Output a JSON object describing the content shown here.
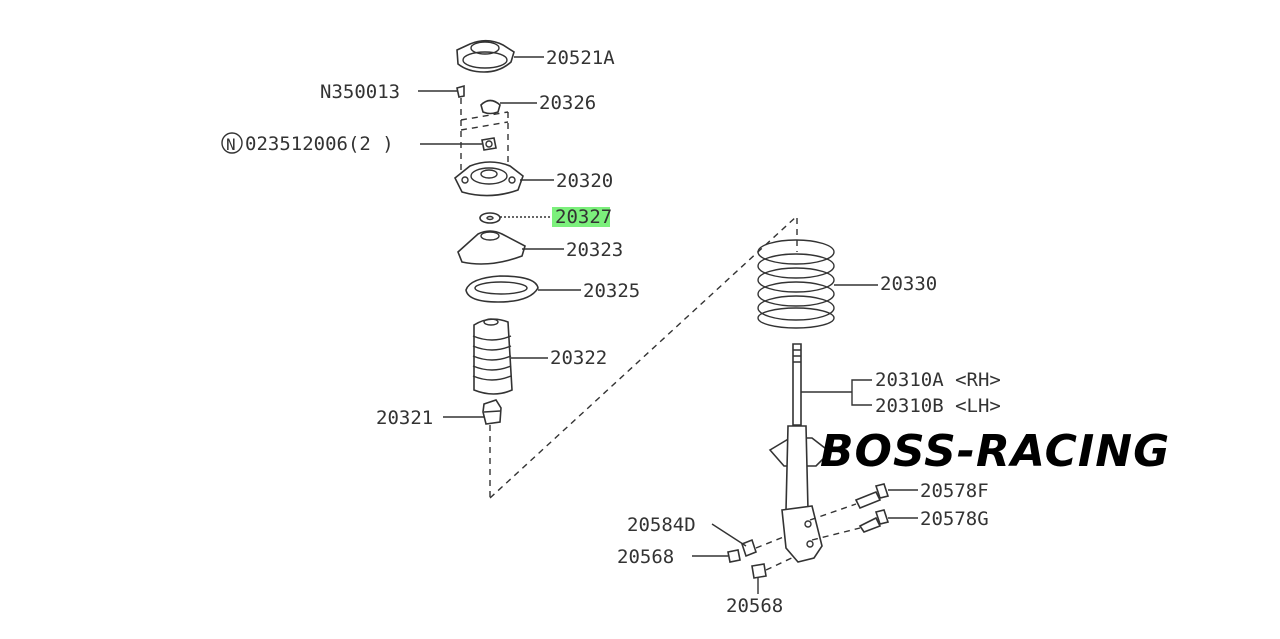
{
  "labels": {
    "p20521A": "20521A",
    "pN350013": "N350013",
    "p20326": "20326",
    "n_symbol": "N",
    "pN023512006": "023512006(2  )",
    "p20320": "20320",
    "p20327_hl": "2032",
    "p20327_rest": "7",
    "p20323": "20323",
    "p20325": "20325",
    "p20322": "20322",
    "p20321": "20321",
    "p20330": "20330",
    "p20310A": "20310A <RH>",
    "p20310B": "20310B <LH>",
    "p20578F": "20578F",
    "p20578G": "20578G",
    "p20584D": "20584D",
    "p20568_left": "20568",
    "p20568_bottom": "20568"
  },
  "watermark": "BOSS-RACING",
  "colors": {
    "highlight": "#7CF07C",
    "ink": "#333333"
  }
}
